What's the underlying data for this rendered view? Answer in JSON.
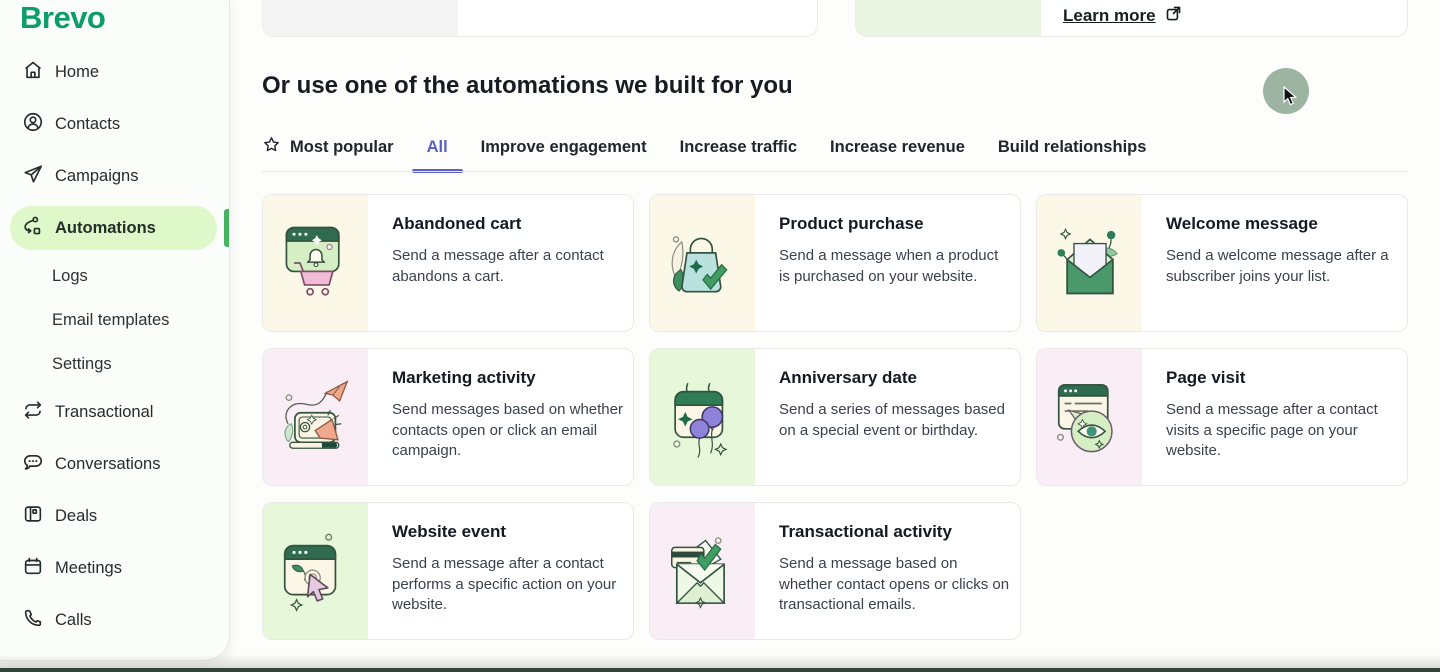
{
  "brand": {
    "logo_text": "Brevo",
    "logo_color": "#0b9d6b"
  },
  "sidebar": {
    "active_item": "Automations",
    "active_bg": "#def8c9",
    "accent_bar_color": "#48b261",
    "items": [
      {
        "label": "Home",
        "icon": "home-icon"
      },
      {
        "label": "Contacts",
        "icon": "contacts-icon"
      },
      {
        "label": "Campaigns",
        "icon": "campaigns-icon"
      },
      {
        "label": "Automations",
        "icon": "automations-icon",
        "active": true
      },
      {
        "label": "Logs",
        "sub_item": true
      },
      {
        "label": "Email templates",
        "sub_item": true
      },
      {
        "label": "Settings",
        "sub_item": true
      },
      {
        "label": "Transactional",
        "icon": "transactional-icon"
      },
      {
        "label": "Conversations",
        "icon": "conversations-icon"
      },
      {
        "label": "Deals",
        "icon": "deals-icon"
      },
      {
        "label": "Meetings",
        "icon": "meetings-icon"
      },
      {
        "label": "Calls",
        "icon": "calls-icon"
      }
    ]
  },
  "top_banner": {
    "learn_more_label": "Learn more",
    "icon": "external-link-icon"
  },
  "main": {
    "heading": "Or use one of the automations we built for you",
    "active_tab": "All",
    "active_tab_color": "#5d5fc4",
    "tabs": [
      {
        "label": "Most popular",
        "icon": "star-icon"
      },
      {
        "label": "All",
        "active": true
      },
      {
        "label": "Improve engagement"
      },
      {
        "label": "Increase traffic"
      },
      {
        "label": "Increase revenue"
      },
      {
        "label": "Build relationships"
      }
    ],
    "cards": [
      {
        "title": "Abandoned cart",
        "description": "Send a message after a contact abandons a cart.",
        "illustration": "abandoned-cart-illustration",
        "illustration_bg": "#fcf8e8"
      },
      {
        "title": "Product purchase",
        "description": "Send a message when a product is purchased on your website.",
        "illustration": "product-purchase-illustration",
        "illustration_bg": "#fcf8e8"
      },
      {
        "title": "Welcome message",
        "description": "Send a welcome message after a subscriber joins your list.",
        "illustration": "welcome-message-illustration",
        "illustration_bg": "#fcf8e8"
      },
      {
        "title": "Marketing activity",
        "description": "Send messages based on whether contacts open or click an email campaign.",
        "illustration": "marketing-activity-illustration",
        "illustration_bg": "#f9edf6"
      },
      {
        "title": "Anniversary date",
        "description": "Send a series of messages based on a special event or birthday.",
        "illustration": "anniversary-date-illustration",
        "illustration_bg": "#e6f7da"
      },
      {
        "title": "Page visit",
        "description": "Send a message after a contact visits a specific page on your website.",
        "illustration": "page-visit-illustration",
        "illustration_bg": "#f9edf6"
      },
      {
        "title": "Website event",
        "description": "Send a message after a contact performs a specific action on your website.",
        "illustration": "website-event-illustration",
        "illustration_bg": "#e6f7da"
      },
      {
        "title": "Transactional activity",
        "description": "Send a message based on whether contact opens or clicks on transactional emails.",
        "illustration": "transactional-activity-illustration",
        "illustration_bg": "#f9edf6"
      }
    ]
  },
  "cursor": {
    "highlight_color": "#9db4a3"
  }
}
